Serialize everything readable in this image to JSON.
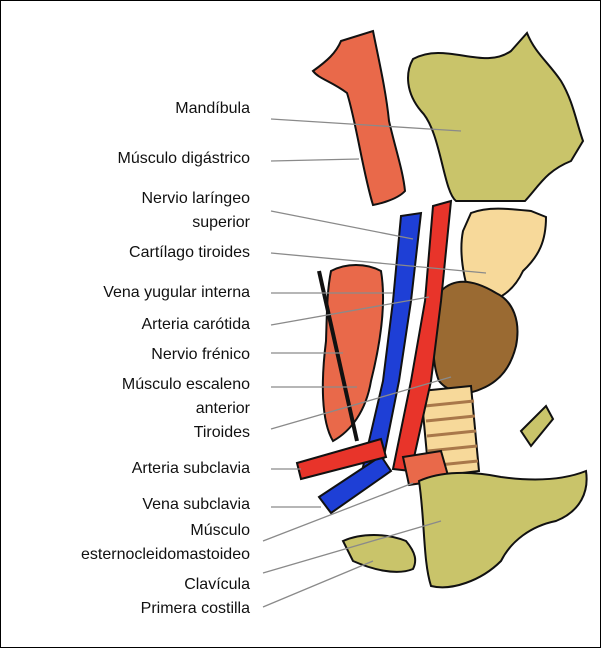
{
  "labels": {
    "mandibula": "Mandíbula",
    "digastrico": "Músculo digástrico",
    "laringeo_1": "Nervio laríngeo",
    "laringeo_2": "superior",
    "tiroides_cart": "Cartílago tiroides",
    "yugular": "Vena yugular interna",
    "carotida": "Arteria carótida",
    "frenico": "Nervio frénico",
    "escaleno_1": "Músculo escaleno",
    "escaleno_2": "anterior",
    "tiroides": "Tiroides",
    "art_subclavia": "Arteria subclavia",
    "vena_subclavia": "Vena subclavia",
    "ecm_1": "Músculo",
    "ecm_2": "esternocleidomastoideo",
    "clavicula": "Clavícula",
    "costilla": "Primera costilla"
  },
  "colors": {
    "bone": "#c9c46a",
    "muscle_red": "#e9694a",
    "artery": "#e8342a",
    "vein": "#1e3fd6",
    "cartilage": "#f7d99a",
    "thyroid": "#9a6a32",
    "leader_line": "#8a8a8a",
    "outline": "#111111"
  }
}
